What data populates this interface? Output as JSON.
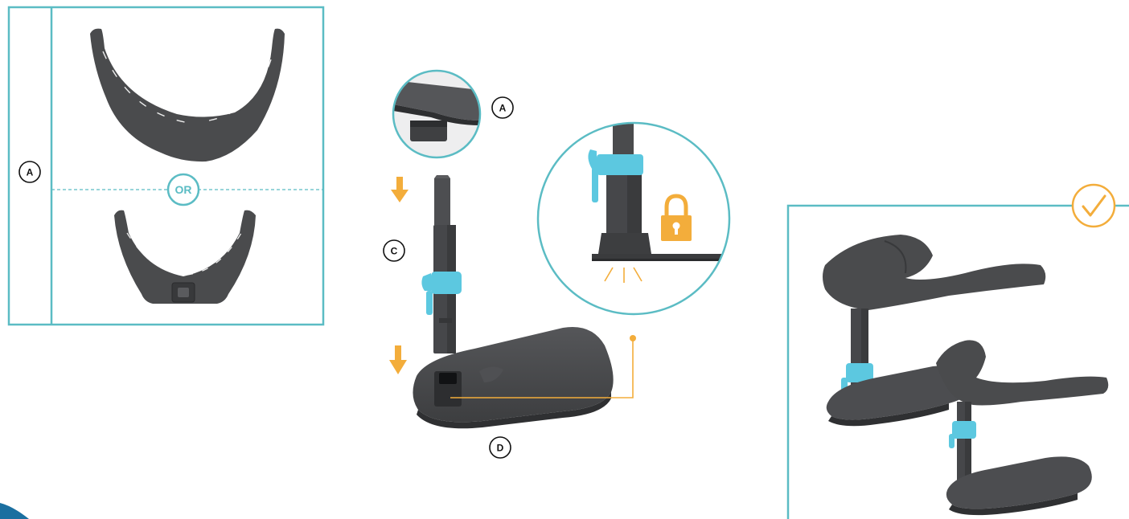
{
  "colors": {
    "frame": "#5bbcc4",
    "part": "#4a4b4d",
    "part_dark": "#38393b",
    "accent_blue": "#5cc8e0",
    "arrow_orange": "#f3ad3b",
    "check_orange": "#f3ad3b",
    "corner_blue": "#1b6fa0"
  },
  "panel_options": {
    "side_label": "A",
    "divider_text": "OR"
  },
  "assembly": {
    "top_label": "A",
    "column_label": "C",
    "base_label": "D"
  },
  "lock_detail": {
    "icon": "padlock-icon"
  },
  "result_panel": {
    "icon": "checkmark-icon"
  }
}
